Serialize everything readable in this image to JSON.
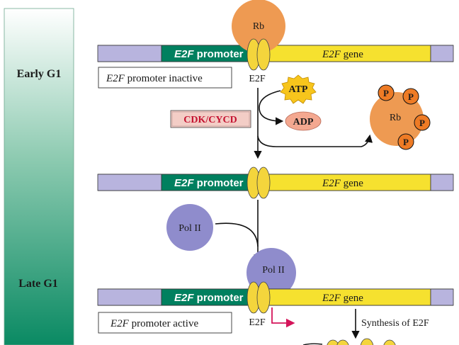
{
  "stages": {
    "early": "Early G1",
    "late": "Late G1"
  },
  "dna": {
    "promoter_italic": "E2F",
    "promoter_rest": " promoter",
    "gene_italic": "E2F",
    "gene_rest": " gene"
  },
  "labels": {
    "rb": "Rb",
    "e2f": "E2F",
    "atp": "ATP",
    "adp": "ADP",
    "cdk": "CDK/CYCD",
    "pol2": "Pol II",
    "phospho": "P",
    "synthesis": "Synthesis of E2F"
  },
  "status": {
    "inactive_italic": "E2F",
    "inactive_rest": " promoter inactive",
    "active_italic": "E2F",
    "active_rest": " promoter active"
  },
  "colors": {
    "promoter": "#00805f",
    "gene": "#f6e12f",
    "dna_end": "#b8b4de",
    "rb": "#ee9a52",
    "e2f": "#f4d53c",
    "pol2": "#8f8ccc",
    "atp": "#f7c51c",
    "adp": "#f4a890",
    "cdk_box": "#f3cdc6",
    "cdk_text": "#c41230",
    "phospho_fill": "#ee7b25",
    "transcript_arrow": "#d4145a",
    "gradient_top": "#ffffff",
    "gradient_bottom": "#0a8a63"
  }
}
